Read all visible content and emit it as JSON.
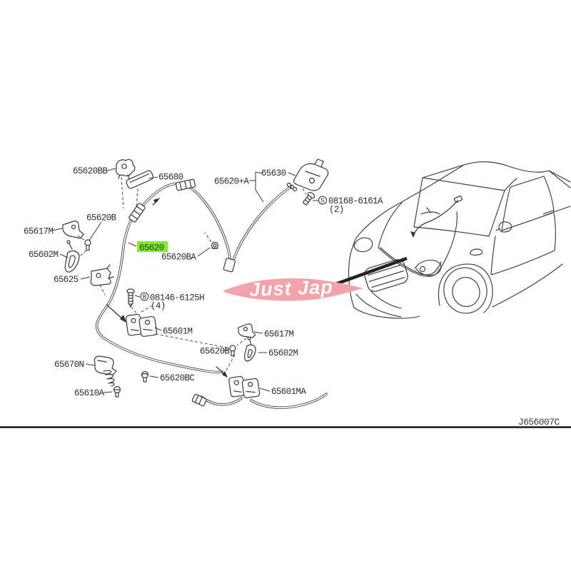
{
  "image": {
    "kind": "parts-diagram",
    "code": "J656007C",
    "watermark_text": "Just Jap",
    "highlighted_part": "65620",
    "colors": {
      "highlight_green": "#7DEE1F",
      "watermark_pink": "#F3A3AA",
      "watermark_stroke": "#EE9AA2",
      "line": "#383838"
    },
    "labels": {
      "l65620bb": "65620BB",
      "l65680": "65680",
      "l65630": "65630",
      "l65620a": "65620+A",
      "s08168": {
        "prefix": "S",
        "number": "08168-6161A",
        "qty": "(2)"
      },
      "l65617m_left": "65617M",
      "l65620b_left": "65620B",
      "l65602m_left": "65602M",
      "l65625": "65625",
      "l65620": "65620",
      "l65620ba": "65620BA",
      "b08146": {
        "prefix": "B",
        "number": "08146-6125H",
        "qty": "(4)"
      },
      "l65601m": "65601M",
      "l65620b_right": "65620B",
      "l65617m_right": "65617M",
      "l65602m_right": "65602M",
      "l65670n": "65670N",
      "l65620bc": "65620BC",
      "l65610a": "65610A",
      "l65601ma": "65601MA"
    }
  }
}
